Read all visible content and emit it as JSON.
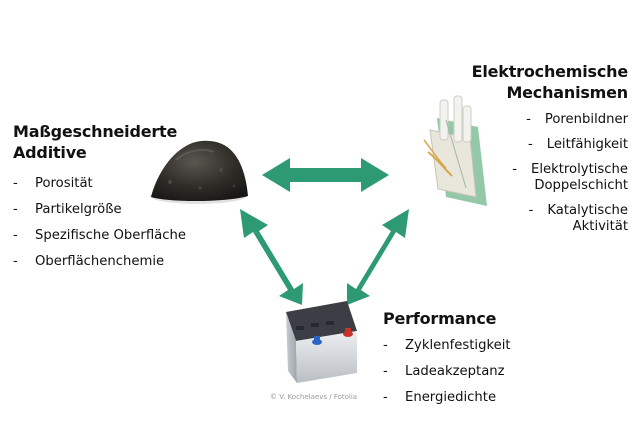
{
  "colors": {
    "arrow": "#2e9a73",
    "text": "#111111",
    "credit": "#9a9a9a"
  },
  "additives": {
    "title": [
      "Maßgeschneiderte",
      "Additive"
    ],
    "items": [
      "Porosität",
      "Partikelgröße",
      "Spezifische Oberfläche",
      "Oberflächenchemie"
    ],
    "image": "carbon-powder-pile"
  },
  "mechanisms": {
    "title": [
      "Elektrochemische",
      "Mechanismen"
    ],
    "items": [
      [
        "Porenbildner"
      ],
      [
        "Leitfähigkeit"
      ],
      [
        "Elektrolytische",
        "Doppelschicht"
      ],
      [
        "Katalytische",
        "Aktivität"
      ]
    ],
    "image": "battery-cell-components"
  },
  "performance": {
    "title": "Performance",
    "items": [
      "Zyklenfestigkeit",
      "Ladeakzeptanz",
      "Energiedichte"
    ],
    "image": "car-battery"
  },
  "dash": "-",
  "credit": "© V. Kochelaevs / Fotolia",
  "arrows": [
    "additives-mechanisms",
    "additives-performance",
    "mechanisms-performance"
  ]
}
